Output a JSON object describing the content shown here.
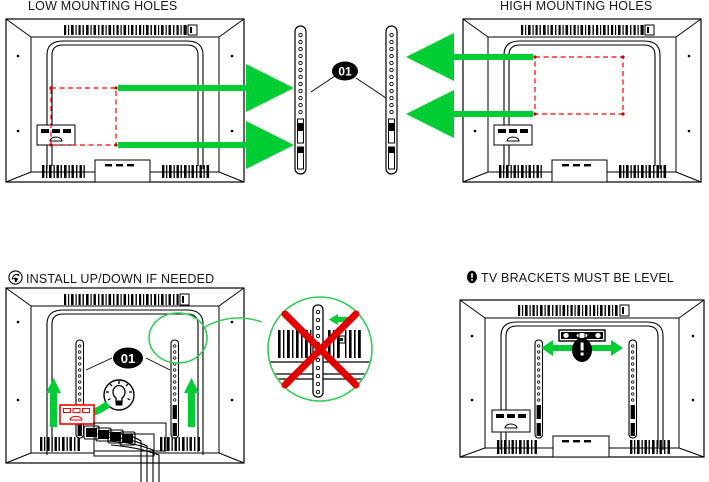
{
  "document": {
    "kind": "tv-wall-mount-installation-instructions",
    "page_background": "#ffffff"
  },
  "colors": {
    "line": "#000000",
    "text": "#15151f",
    "arrow_green": "#00cc33",
    "guide_red": "#ff0000",
    "callout_fill": "#000000",
    "callout_text": "#ffffff",
    "circle_green": "#33cc55",
    "prohibit_red": "#e00000"
  },
  "panels": [
    {
      "id": "low-mounting-holes",
      "title": "LOW MOUNTING HOLES",
      "title_icon": "",
      "callout": "01",
      "arrow_direction": "right",
      "arrow_count": 2,
      "bracket_side": "right",
      "guide_box_color": "#ff0000",
      "guide_box_position": "low"
    },
    {
      "id": "high-mounting-holes",
      "title": "HIGH MOUNTING HOLES",
      "title_icon": "",
      "callout": "01",
      "arrow_direction": "left",
      "arrow_count": 2,
      "bracket_side": "left",
      "guide_box_color": "#ff0000",
      "guide_box_position": "high"
    },
    {
      "id": "install-up-down",
      "title": "INSTALL UP/DOWN IF NEEDED",
      "title_icon": "hand-rotate-icon",
      "callout": "01",
      "arrow_direction": "up",
      "arrow_count": 2,
      "hint_icon": "lightbulb-icon",
      "prohibition": {
        "icon": "red-cross-prohibited-icon",
        "detail": "bracket-over-vent-not-allowed"
      },
      "highlight_circle_color": "#33cc55"
    },
    {
      "id": "tv-brackets-level",
      "title": "TV BRACKETS MUST BE LEVEL",
      "title_icon": "exclamation-circle-icon",
      "level_icon": "spirit-level-icon",
      "warning_badge": "!",
      "arrow_direction": "horizontal-double",
      "arrow_count": 1
    }
  ]
}
